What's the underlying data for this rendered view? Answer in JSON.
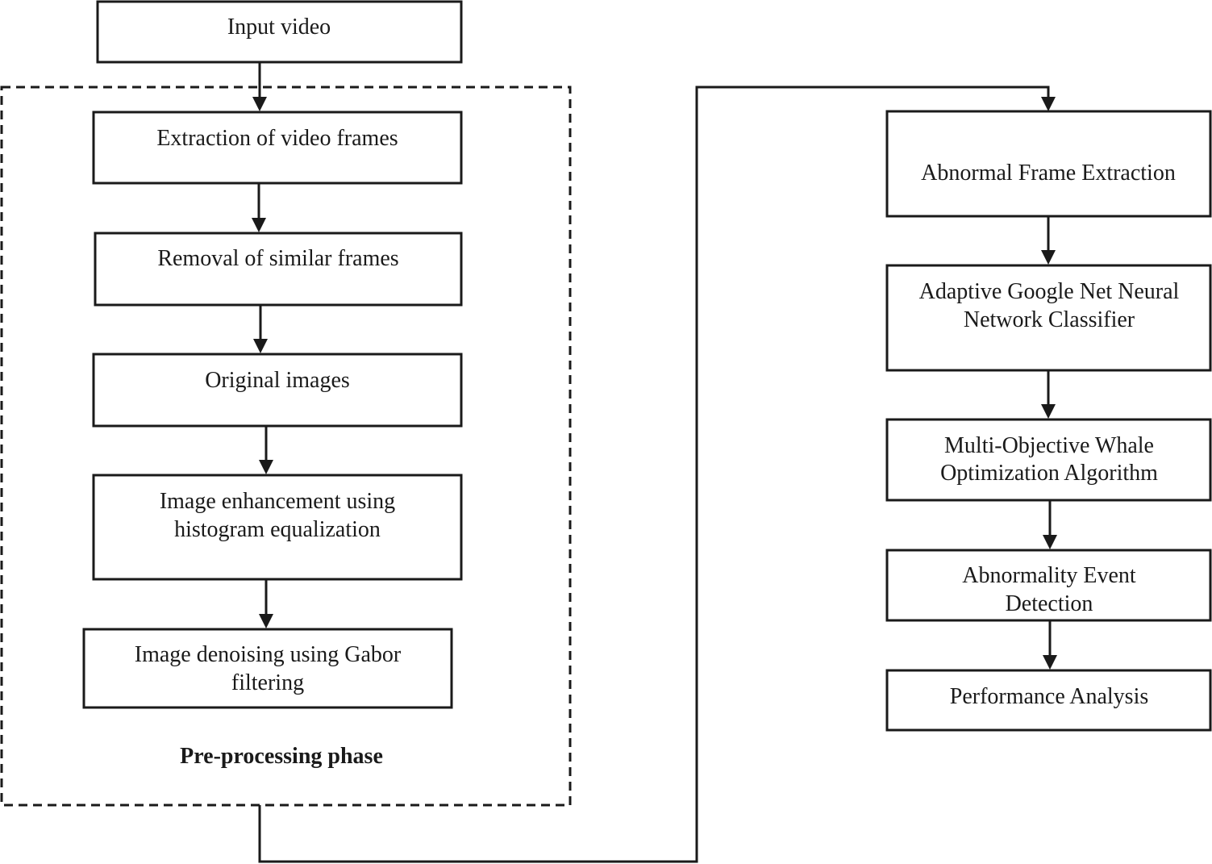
{
  "nodes": {
    "input_video": "Input video",
    "extraction": "Extraction of video frames",
    "removal": "Removal of similar frames",
    "original": "Original images",
    "enhancement": [
      "Image enhancement using",
      "histogram equalization"
    ],
    "denoising": [
      "Image denoising using Gabor",
      "filtering"
    ],
    "abnormal_frame": "Abnormal Frame Extraction",
    "googlenet": [
      "Adaptive Google Net Neural",
      "Network Classifier"
    ],
    "whale": [
      "Multi-Objective Whale",
      "Optimization Algorithm"
    ],
    "event_detection": [
      "Abnormality Event",
      "Detection"
    ],
    "performance": "Performance Analysis"
  },
  "group": {
    "preprocessing_label": "Pre-processing phase"
  }
}
